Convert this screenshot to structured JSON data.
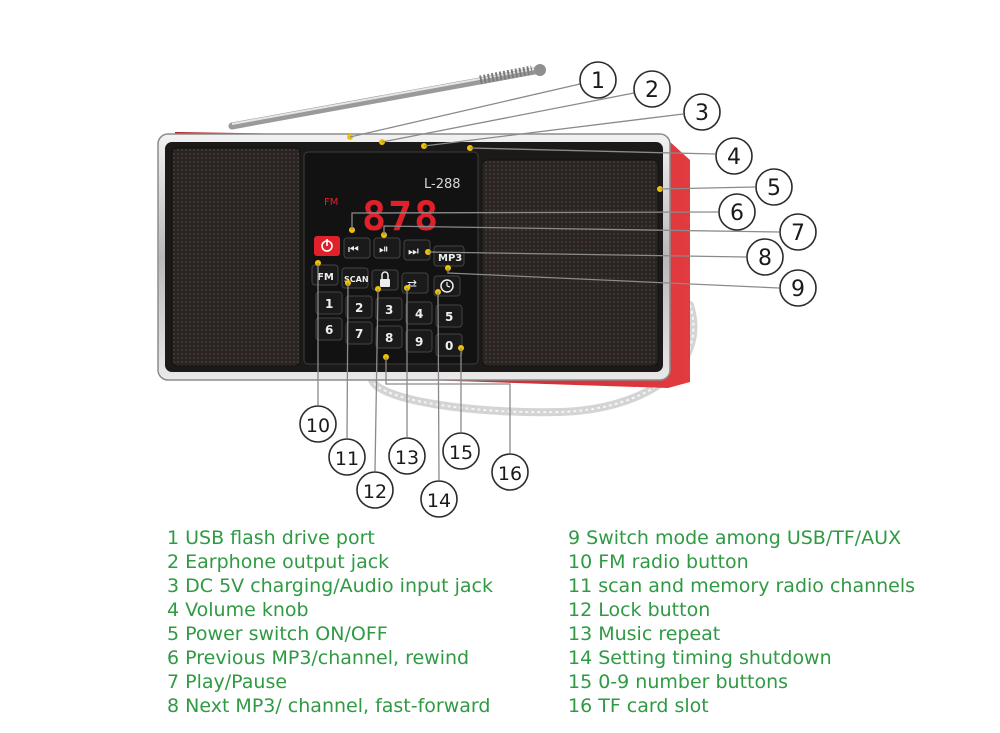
{
  "device": {
    "model": "L-288",
    "display_band": "FM",
    "display_digits": "878",
    "next_key": "MP3",
    "fm_key": "FM",
    "scan_key": "SCAN",
    "number_keys": [
      "1",
      "2",
      "3",
      "4",
      "5",
      "6",
      "7",
      "8",
      "9",
      "0"
    ]
  },
  "callout_numbers": [
    "1",
    "2",
    "3",
    "4",
    "5",
    "6",
    "7",
    "8",
    "9",
    "10",
    "11",
    "12",
    "13",
    "14",
    "15",
    "16"
  ],
  "legend": {
    "left": [
      "1 USB flash drive port",
      "2 Earphone output jack",
      "3 DC 5V charging/Audio input jack",
      "4 Volume knob",
      "5 Power switch ON/OFF",
      "6  Previous MP3/channel, rewind",
      "7 Play/Pause",
      "8 Next MP3/ channel, fast-forward"
    ],
    "right": [
      "9  Switch mode among USB/TF/AUX",
      "10  FM radio button",
      "11  scan and memory radio channels",
      "12  Lock button",
      "13  Music repeat",
      "14 Setting timing shutdown",
      "15  0-9 number buttons",
      "16  TF card slot"
    ]
  },
  "colors": {
    "legend_text": "#2f9a43",
    "body_red": "#c8252c",
    "display_red": "#e0212a",
    "callout_dot": "#f2c200",
    "speaker": "#2a2522"
  }
}
